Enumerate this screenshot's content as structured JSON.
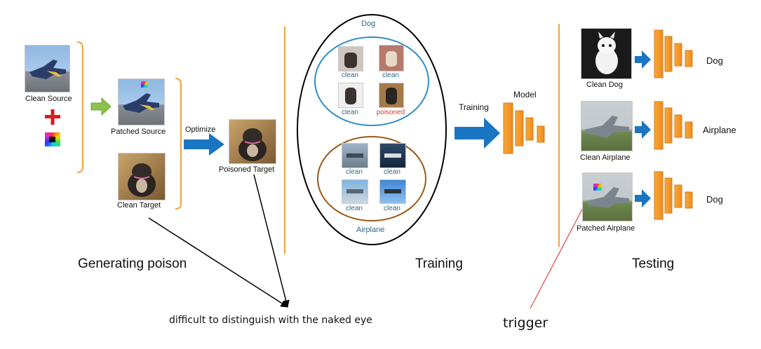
{
  "generating": {
    "clean_source": "Clean Source",
    "patched_source": "Patched Source",
    "optimize": "Optimize",
    "clean_target": "Clean Target",
    "poisoned_target": "Poisoned Target",
    "section": "Generating poison"
  },
  "training": {
    "dog_class": "Dog",
    "airplane_class": "Airplane",
    "dog_samples": [
      "clean",
      "clean",
      "clean",
      "poisoned"
    ],
    "airplane_samples": [
      "clean",
      "clean",
      "clean",
      "clean"
    ],
    "arrow_label": "Training",
    "model_label": "Model",
    "section": "Training"
  },
  "testing": {
    "inputs": [
      {
        "caption": "Clean Dog",
        "prediction": "Dog"
      },
      {
        "caption": "Clean Airplane",
        "prediction": "Airplane"
      },
      {
        "caption": "Patched Airplane",
        "prediction": "Dog"
      }
    ],
    "section": "Testing"
  },
  "annotations": {
    "naked_eye": "difficult to distinguish with the naked eye",
    "trigger": "trigger"
  },
  "colors": {
    "orange": "#f4a23c",
    "blue_arrow": "#1a76c2",
    "green_arrow": "#8bc34a",
    "dog_ellipse": "#2f8ec8",
    "airplane_ellipse": "#9a5a14",
    "poison_red": "#d63a2a"
  }
}
